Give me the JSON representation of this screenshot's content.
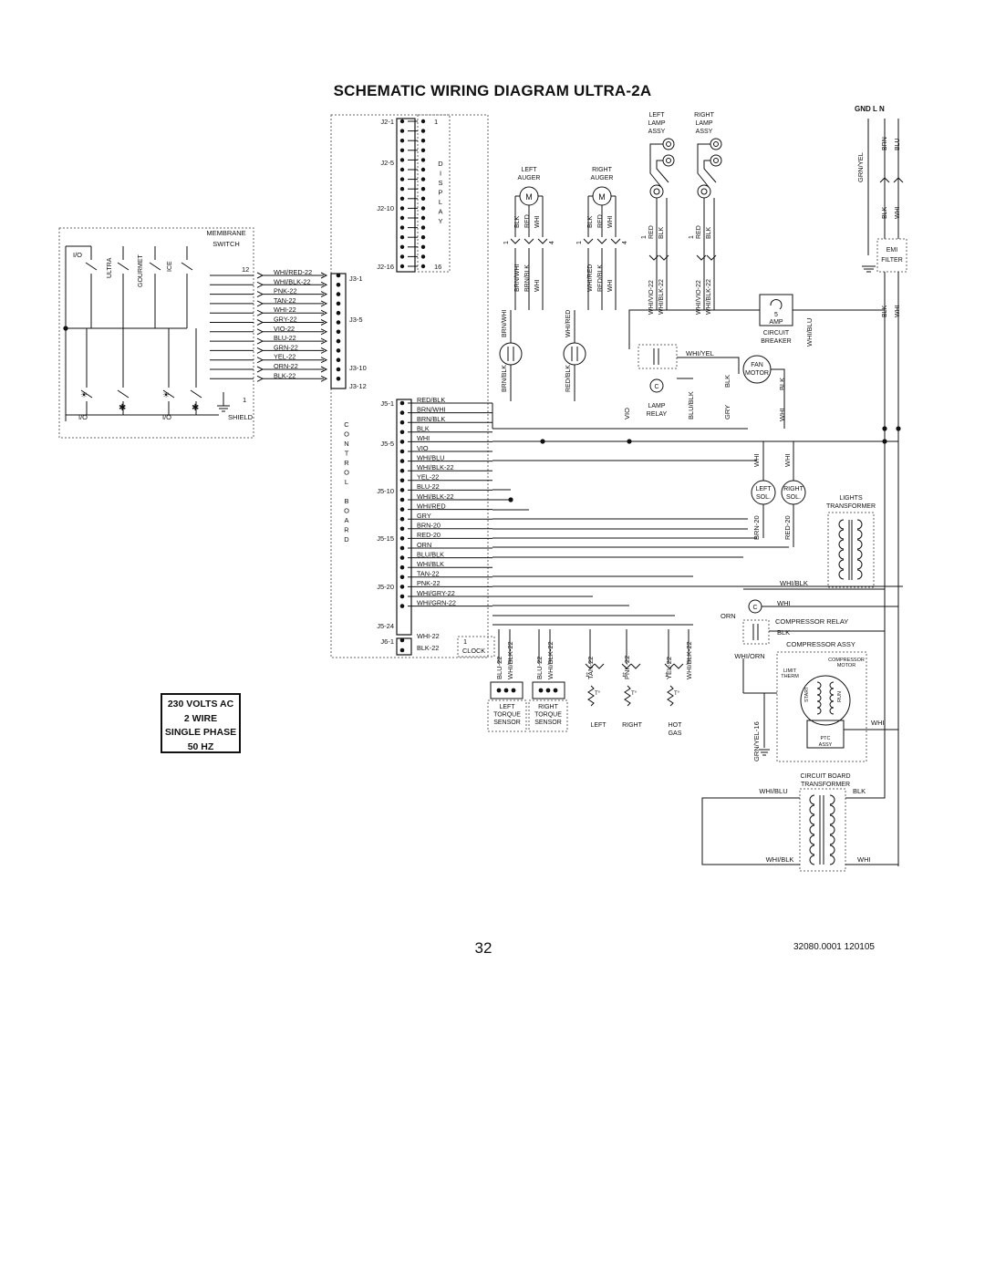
{
  "page": {
    "title": "SCHEMATIC WIRING DIAGRAM  ULTRA-2A",
    "page_number": "32",
    "doc_id": "32080.0001 120105",
    "power": [
      "230 VOLTS AC",
      "2 WIRE",
      "SINGLE PHASE",
      "50 HZ"
    ]
  },
  "labels": {
    "membrane": "MEMBRANE",
    "switch": "SWITCH",
    "io_top": "I/O",
    "ultra": "ULTRA",
    "gourmet": "GOURMET",
    "ice": "ICE",
    "io_b1": "I/O",
    "io_b2": "I/O",
    "shield": "SHIELD",
    "pin12": "12",
    "pin1": "1",
    "display_letters": [
      "D",
      "I",
      "S",
      "P",
      "L",
      "A",
      "Y"
    ],
    "j2_pins": [
      "J2-1",
      "J2-5",
      "J2-10",
      "J2-16"
    ],
    "j2_1": "1",
    "j2_16": "16",
    "j3_pins": [
      "J3-1",
      "J3-5",
      "J3-10",
      "J3-12"
    ],
    "j5_pins": [
      "J5-1",
      "J5-5",
      "J5-10",
      "J5-15",
      "J5-20",
      "J5-24"
    ],
    "j6_1": "J6-1",
    "control_board_letters": [
      "C",
      "O",
      "N",
      "T",
      "R",
      "O",
      "L",
      "",
      "B",
      "O",
      "A",
      "R",
      "D"
    ],
    "membrane_wires": [
      "WHI/RED-22",
      "WHI/BLK-22",
      "PNK-22",
      "TAN-22",
      "WHI-22",
      "GRY-22",
      "VIO-22",
      "BLU-22",
      "GRN-22",
      "YEL-22",
      "ORN-22",
      "BLK-22"
    ],
    "j5_wires": [
      "RED/BLK",
      "BRN/WHI",
      "BRN/BLK",
      "BLK",
      "WHI",
      "VIO",
      "WHI/BLU",
      "WHI/BLK-22",
      "YEL-22",
      "BLU-22",
      "WHI/BLK-22",
      "WHI/RED",
      "GRY",
      "BRN-20",
      "RED-20",
      "ORN",
      "BLU/BLK",
      "WHI/BLK",
      "TAN-22",
      "PNK-22",
      "WHI/GRY-22",
      "WHI/GRN-22"
    ],
    "j6_wires": [
      "WHI-22",
      "BLK-22"
    ],
    "clock_pin": "1",
    "clock": "CLOCK",
    "left_lamp": [
      "LEFT",
      "LAMP",
      "ASSY"
    ],
    "right_lamp": [
      "RIGHT",
      "LAMP",
      "ASSY"
    ],
    "left_auger": [
      "LEFT",
      "AUGER"
    ],
    "right_auger": [
      "RIGHT",
      "AUGER"
    ],
    "motor_m": "M",
    "auger_left_wires": [
      "BLK",
      "RED",
      "WHI"
    ],
    "auger_right_wires": [
      "BLK",
      "RED",
      "WHI"
    ],
    "auger_pin_1": "1",
    "auger_pin_4": "4",
    "auger_lower_left": [
      "BRN/WHI",
      "BRN/BLK",
      "WHI"
    ],
    "auger_lower_right": [
      "WHI/RED",
      "RED/BLK",
      "WHI"
    ],
    "cap_left_top": "BRN/WHI",
    "cap_left_bottom": "BRN/BLK",
    "cap_right_top": "WHI/RED",
    "cap_right_bottom": "RED/BLK",
    "lamp_left_wires": [
      "RED",
      "BLK"
    ],
    "lamp_right_wires": [
      "RED",
      "BLK"
    ],
    "lamp_lower_left": [
      "WHI/VIO-22",
      "WHI/BLK-22"
    ],
    "lamp_lower_right": [
      "WHI/VIO-22",
      "WHI/BLK-22"
    ],
    "whi_yel": "WHI/YEL",
    "vio": "VIO",
    "blu_blk": "BLU/BLK",
    "lamp_relay": [
      "LAMP",
      "RELAY"
    ],
    "relay_c": "C",
    "circuit_breaker": [
      "CIRCUIT",
      "BREAKER"
    ],
    "breaker_amp": [
      "5",
      "AMP"
    ],
    "whi_blu_vert": "WHI/BLU",
    "fan_motor": [
      "FAN",
      "MOTOR"
    ],
    "blk": "BLK",
    "gry": "GRY",
    "whi": "WHI",
    "gnd_l_n": "GND  L  N",
    "grn_yel": "GRN/YEL",
    "brn": "BRN",
    "blu": "BLU",
    "emi_filter": [
      "EMI",
      "FILTER"
    ],
    "left_sol": [
      "LEFT",
      "SOL."
    ],
    "right_sol": [
      "RIGHT",
      "SOL."
    ],
    "brn20": "BRN-20",
    "red20": "RED-20",
    "lights_transformer": [
      "LIGHTS",
      "TRANSFORMER"
    ],
    "whi_blk": "WHI/BLK",
    "orn": "ORN",
    "compressor_relay": "COMPRESSOR RELAY",
    "whi_orn": "WHI/ORN",
    "compressor_assy": "COMPRESSOR ASSY",
    "compressor_motor": [
      "COMPRESSOR",
      "MOTOR"
    ],
    "limit_therm": [
      "LIMIT",
      "THERM"
    ],
    "start": "START",
    "run": "RUN",
    "ptc_assy": [
      "PTC",
      "ASSY"
    ],
    "grn_yel_16": "GRN/YEL-16",
    "circuit_board_transformer": [
      "CIRCUIT BOARD",
      "TRANSFORMER"
    ],
    "whi_blu": "WHI/BLU",
    "sensor_wires": [
      "BLU-22",
      "WHI/BLK-22",
      "BLU-22",
      "WHI/BLK-22",
      "TAN-22",
      "PNK-22",
      "YEL-22",
      "WHI/BLK-22"
    ],
    "left_torque": [
      "LEFT",
      "TORQUE",
      "SENSOR"
    ],
    "right_torque": [
      "RIGHT",
      "TORQUE",
      "SENSOR"
    ],
    "thermistor_labels": [
      "LEFT",
      "RIGHT",
      "HOT",
      "GAS"
    ],
    "t_mark": "T°"
  }
}
